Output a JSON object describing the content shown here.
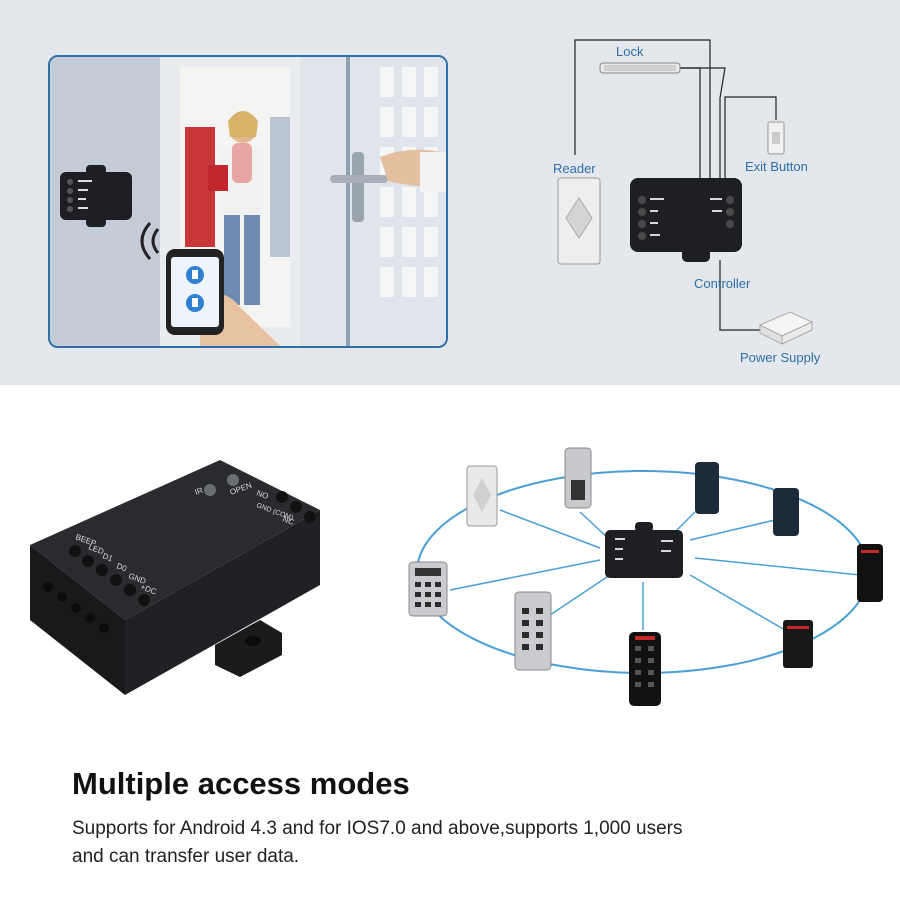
{
  "diagram": {
    "lock_label": "Lock",
    "reader_label": "Reader",
    "exit_button_label": "Exit Button",
    "controller_label": "Controller",
    "power_supply_label": "Power Supply"
  },
  "device": {
    "left_terminals": [
      "BEEP",
      "LED",
      "D1",
      "D0",
      "GND",
      "+DC"
    ],
    "right_terminals": [
      "NO",
      "GND (COM)",
      "NC"
    ],
    "top_labels": [
      "IR",
      "OPEN"
    ]
  },
  "headline": "Multiple access modes",
  "body": {
    "line1": "Supports for Android 4.3 and for IOS7.0 and above,supports 1,000 users",
    "line2": "and can transfer user data."
  },
  "colors": {
    "accent_blue": "#2f6fa8",
    "network_ring": "#4a9fd6",
    "device_black": "#1e1f22",
    "band_gray": "#e4e7eb"
  }
}
